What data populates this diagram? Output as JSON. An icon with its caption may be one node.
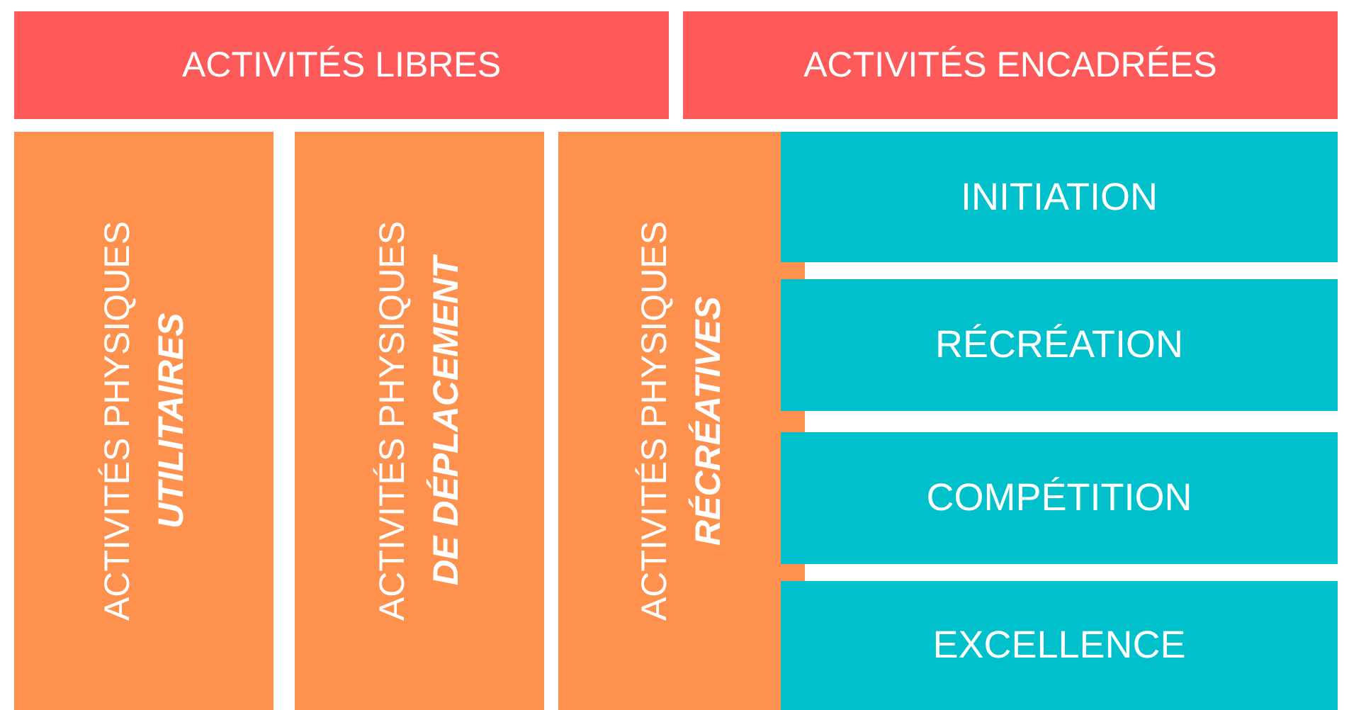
{
  "diagram": {
    "nodes": [
      {
        "text": [
          "ACTIVITÉS LIBRES"
        ]
      },
      {
        "text": [
          "ACTIVITÉS ENCADRÉES"
        ]
      },
      {
        "text": [
          "ACTIVITÉS PHYSIQUES",
          "UTILITAIRES"
        ]
      },
      {
        "text": [
          "ACTIVITÉS PHYSIQUES",
          "DE DÉPLACEMENT"
        ]
      },
      {
        "text": [
          "ACTIVITÉS PHYSIQUES",
          "RÉCRÉATIVES"
        ]
      },
      {
        "text": [
          "INITIATION"
        ]
      },
      {
        "text": [
          "RÉCRÉATION"
        ]
      },
      {
        "text": [
          "COMPÉTITION"
        ]
      },
      {
        "text": [
          "EXCELLENCE"
        ]
      }
    ]
  }
}
